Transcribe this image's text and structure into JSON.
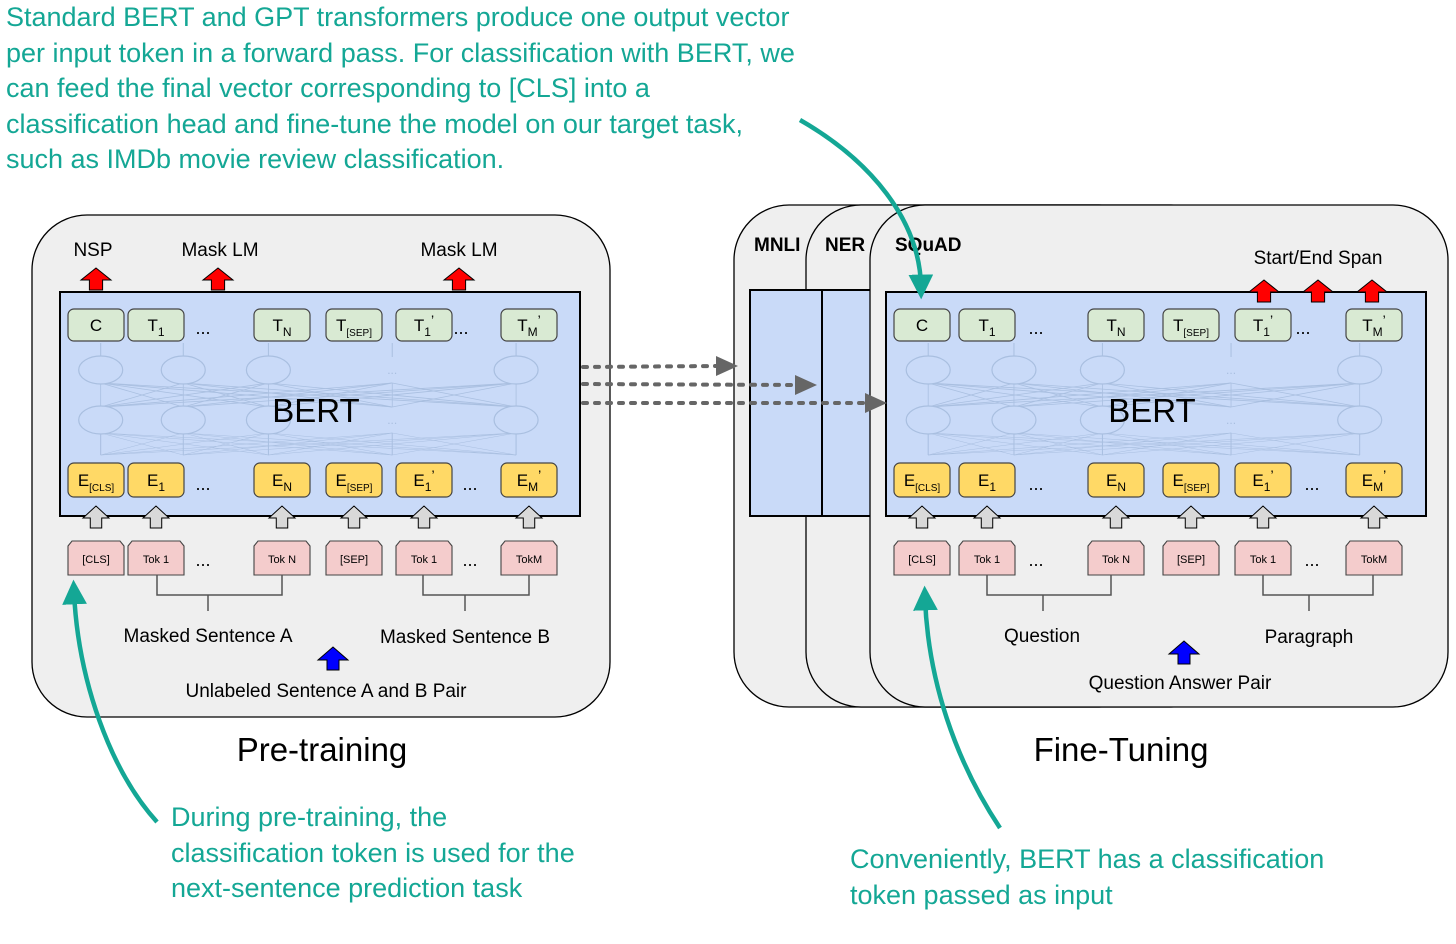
{
  "annotations": {
    "top": "Standard BERT and GPT transformers produce one output vector per input token in a forward pass. For classification with BERT, we can feed the final vector corresponding to [CLS] into a classification head and fine-tune the model on our target task, such as IMDb movie review classification.",
    "bottom_left": "During pre-training, the classification token is used for the next-sentence prediction task",
    "bottom_right": "Conveniently, BERT has a classification token passed as input"
  },
  "pretraining": {
    "caption": "Pre-training",
    "model_label": "BERT",
    "outputs": {
      "nsp": "NSP",
      "mask_lm_1": "Mask LM",
      "mask_lm_2": "Mask LM"
    },
    "output_tokens": [
      {
        "main": "C",
        "sub": "",
        "prime": ""
      },
      {
        "main": "T",
        "sub": "1",
        "prime": ""
      },
      {
        "main": "T",
        "sub": "N",
        "prime": ""
      },
      {
        "main": "T",
        "sub": "[SEP]",
        "prime": ""
      },
      {
        "main": "T",
        "sub": "1",
        "prime": "’"
      },
      {
        "main": "T",
        "sub": "M",
        "prime": "’"
      }
    ],
    "embeddings": [
      {
        "main": "E",
        "sub": "[CLS]",
        "prime": ""
      },
      {
        "main": "E",
        "sub": "1",
        "prime": ""
      },
      {
        "main": "E",
        "sub": "N",
        "prime": ""
      },
      {
        "main": "E",
        "sub": "[SEP]",
        "prime": ""
      },
      {
        "main": "E",
        "sub": "1",
        "prime": "’"
      },
      {
        "main": "E",
        "sub": "M",
        "prime": "’"
      }
    ],
    "input_tokens": [
      "[CLS]",
      "Tok 1",
      "Tok N",
      "[SEP]",
      "Tok 1",
      "TokM"
    ],
    "ellipsis": "...",
    "sentence_a": "Masked Sentence A",
    "sentence_b": "Masked Sentence B",
    "pair_label": "Unlabeled Sentence A and B Pair"
  },
  "finetuning": {
    "caption": "Fine-Tuning",
    "model_label": "BERT",
    "task_tabs": [
      "MNLI",
      "NER",
      "SQuAD"
    ],
    "output_label": "Start/End Span",
    "output_tokens": [
      {
        "main": "C",
        "sub": "",
        "prime": ""
      },
      {
        "main": "T",
        "sub": "1",
        "prime": ""
      },
      {
        "main": "T",
        "sub": "N",
        "prime": ""
      },
      {
        "main": "T",
        "sub": "[SEP]",
        "prime": ""
      },
      {
        "main": "T",
        "sub": "1",
        "prime": "’"
      },
      {
        "main": "T",
        "sub": "M",
        "prime": "’"
      }
    ],
    "embeddings": [
      {
        "main": "E",
        "sub": "[CLS]",
        "prime": ""
      },
      {
        "main": "E",
        "sub": "1",
        "prime": ""
      },
      {
        "main": "E",
        "sub": "N",
        "prime": ""
      },
      {
        "main": "E",
        "sub": "[SEP]",
        "prime": ""
      },
      {
        "main": "E",
        "sub": "1",
        "prime": "’"
      },
      {
        "main": "E",
        "sub": "M",
        "prime": "’"
      }
    ],
    "input_tokens": [
      "[CLS]",
      "Tok 1",
      "Tok N",
      "[SEP]",
      "Tok 1",
      "TokM"
    ],
    "ellipsis": "...",
    "segment_a": "Question",
    "segment_b": "Paragraph",
    "pair_label": "Question Answer Pair"
  },
  "colors": {
    "annotation": "#14a795",
    "bert_fill": "#c9daf8",
    "output_token_fill": "#d9ead3",
    "embedding_fill": "#ffd966",
    "input_token_fill": "#f4cccc",
    "panel_fill": "#efefef",
    "up_arrow_red": "#ff0000",
    "up_arrow_blue": "#0000ff",
    "input_arrow_gray": "#d9d9d9"
  }
}
